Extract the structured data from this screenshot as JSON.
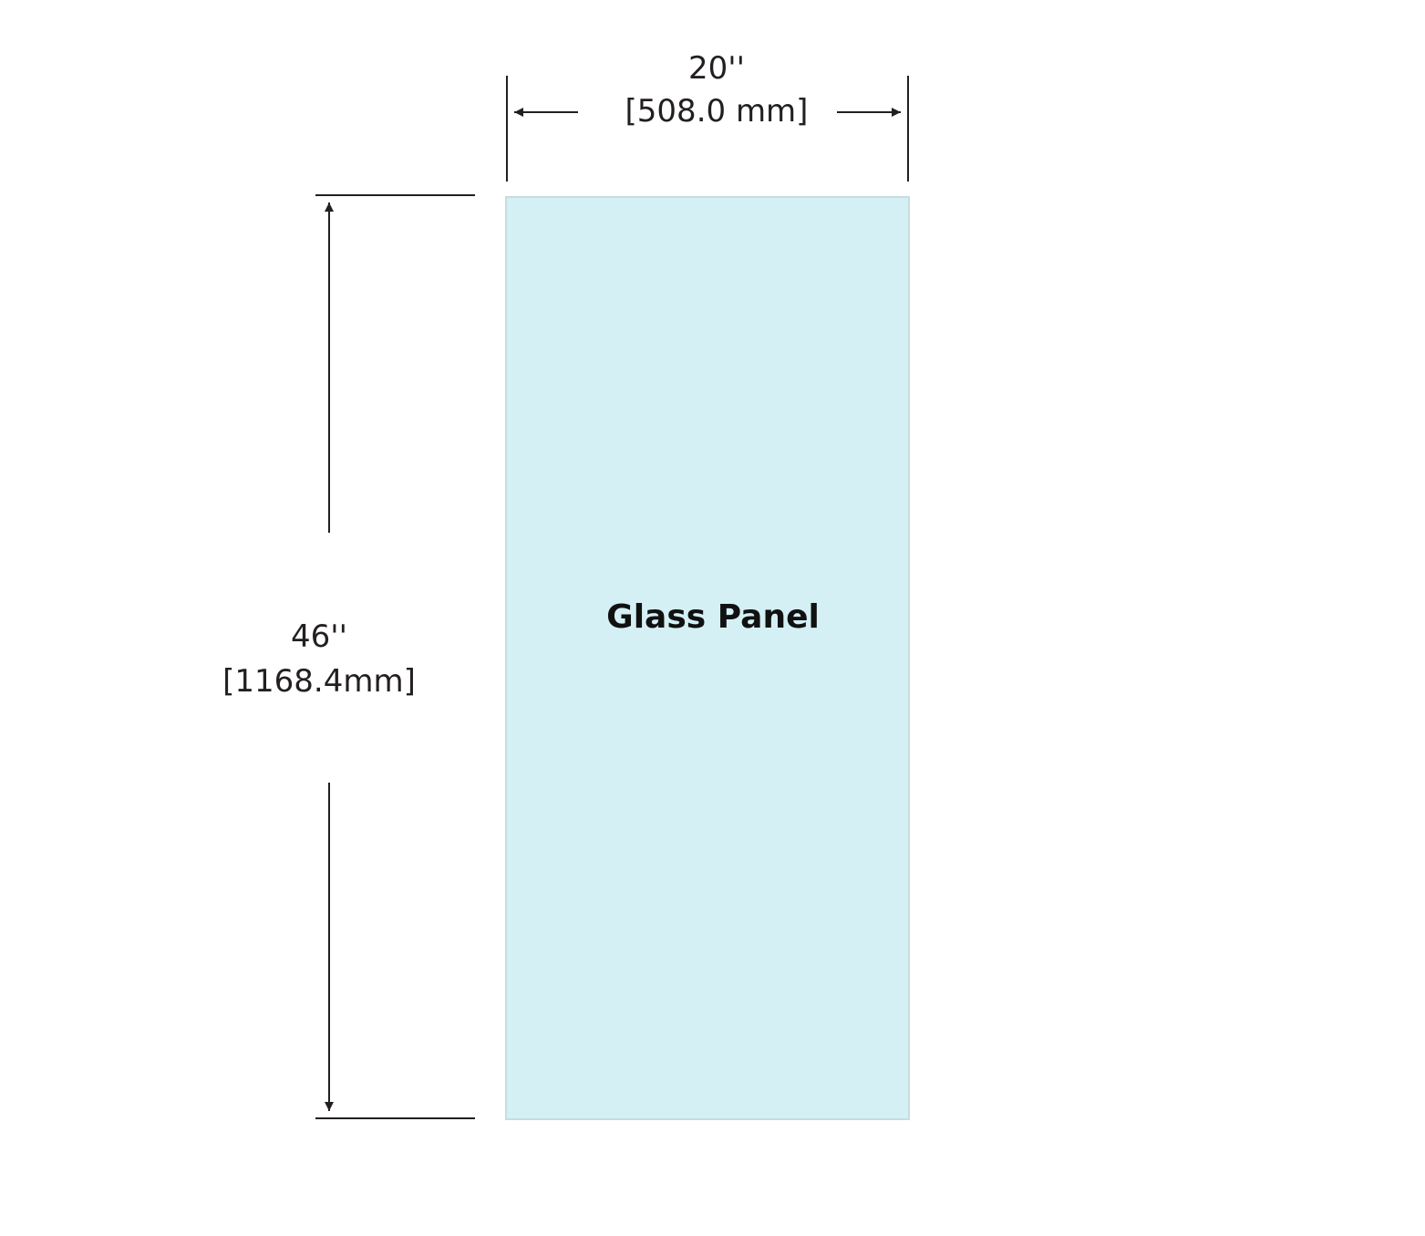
{
  "width_dimension": {
    "inches": "20''",
    "mm": "[508.0 mm]"
  },
  "height_dimension": {
    "inches": "46''",
    "mm": "[1168.4mm]"
  },
  "panel": {
    "label": "Glass Panel",
    "fill": "#d4f0f5",
    "stroke": "#c5dedf"
  },
  "colors": {
    "line": "#231f20"
  }
}
